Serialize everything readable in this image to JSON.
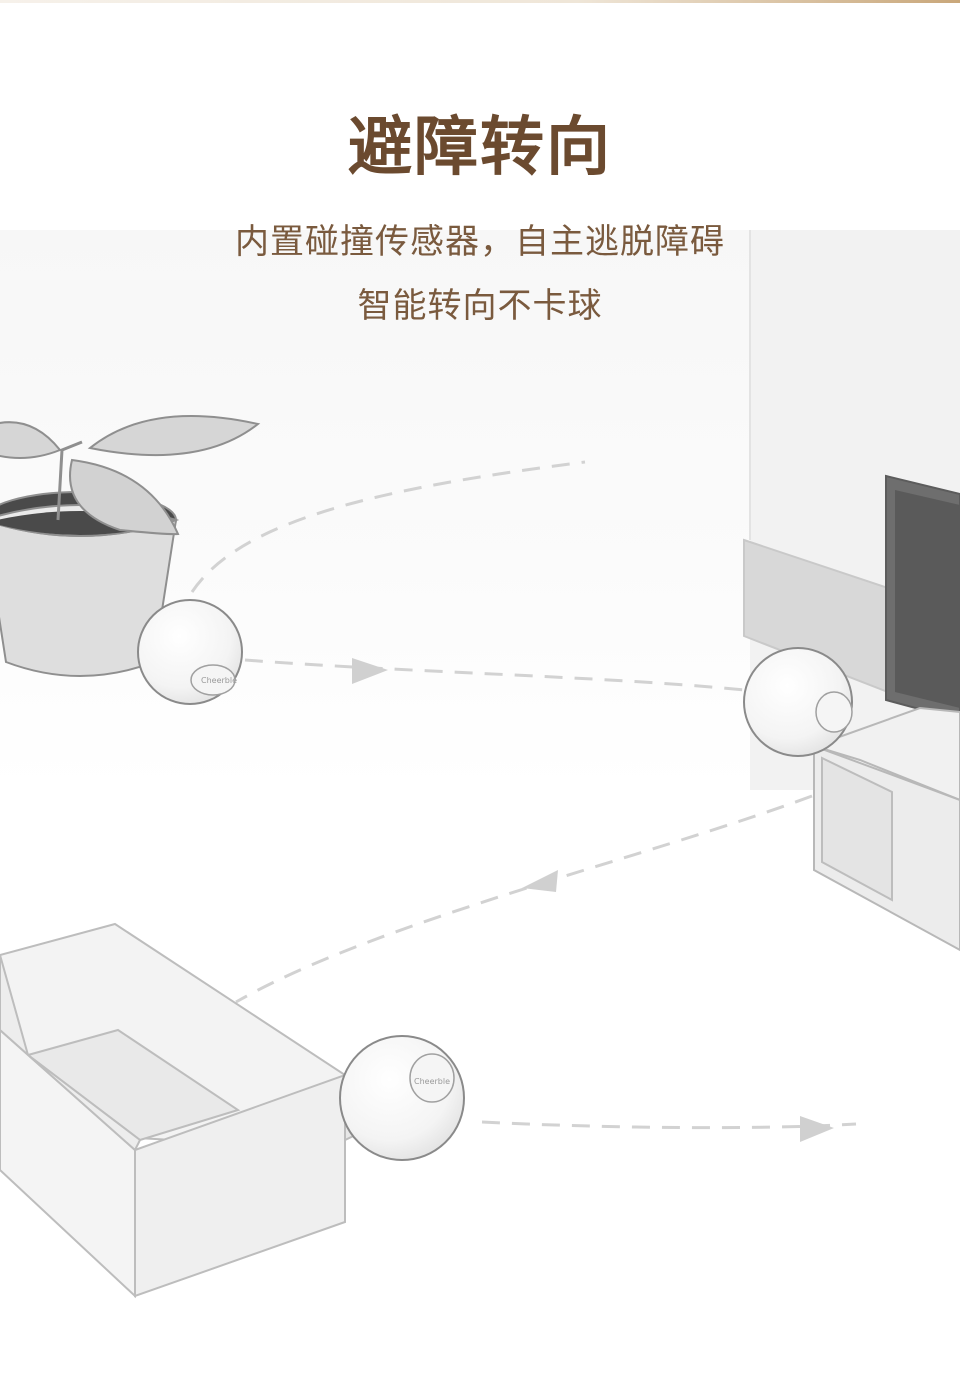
{
  "heading": {
    "title": "避障转向",
    "line1": "内置碰撞传感器，自主逃脱障碍",
    "line2": "智能转向不卡球"
  },
  "colors": {
    "title": "#6b4a2f",
    "subtitle": "#7a5a3e",
    "line_art": "#9a9a9a",
    "path_dash": "#cfcfcf",
    "tv_screen": "#5a5a5a"
  },
  "illustration": {
    "objects": [
      "plant-pot",
      "cat-ball",
      "tv",
      "tv-cabinet",
      "cardboard-box"
    ],
    "icons": [
      "path-arrow-icon"
    ]
  }
}
